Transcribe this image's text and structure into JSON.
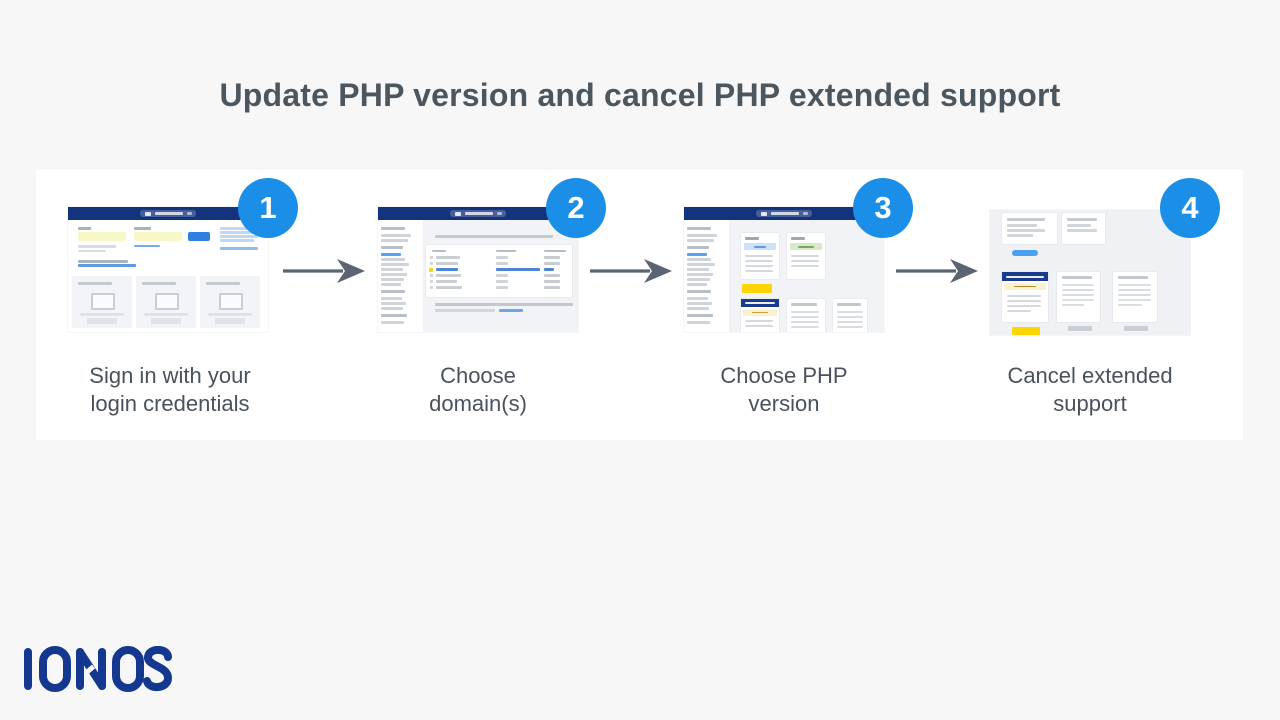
{
  "title": "Update PHP version and cancel PHP extended support",
  "steps": [
    {
      "number": "1",
      "caption_line1": "Sign in with your",
      "caption_line2": "login credentials"
    },
    {
      "number": "2",
      "caption_line1": "Choose",
      "caption_line2": "domain(s)"
    },
    {
      "number": "3",
      "caption_line1": "Choose PHP",
      "caption_line2": "version"
    },
    {
      "number": "4",
      "caption_line1": "Cancel extended",
      "caption_line2": "support"
    }
  ],
  "logo": {
    "brand": "IONOS"
  },
  "colors": {
    "page_background": "#F7F7F8",
    "band_background": "#FFFFFF",
    "badge_blue": "#1B8FE8",
    "arrow_gray": "#5B6471",
    "header_navy": "#14337D",
    "card_navy": "#1A3B8C",
    "action_yellow": "#FFD400",
    "logo_blue": "#14388F",
    "title_gray": "#4C565E"
  }
}
